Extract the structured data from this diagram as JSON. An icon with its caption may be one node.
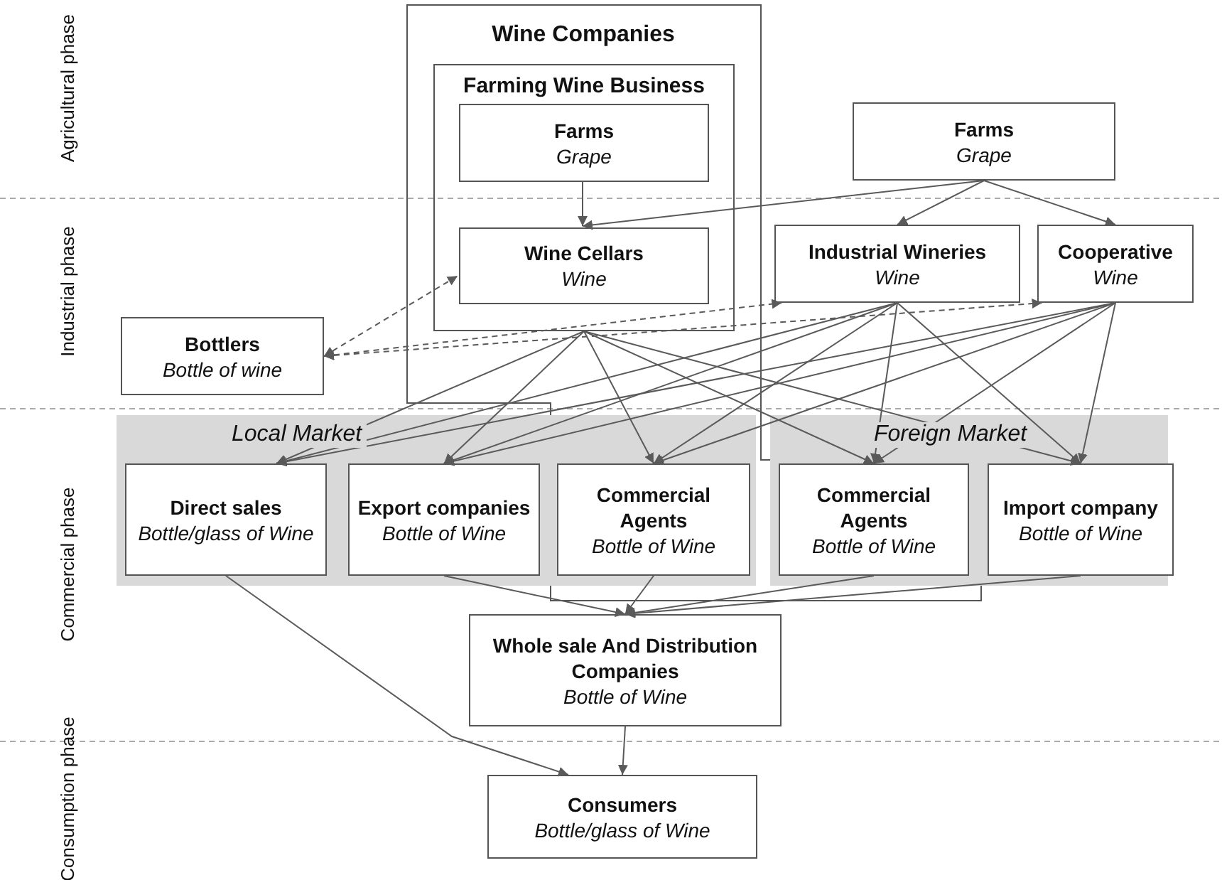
{
  "diagram": {
    "nodes": [
      {
        "text": [
          "Wine Companies"
        ]
      },
      {
        "text": [
          "Farming Wine Business"
        ],
        "in": 0
      },
      {
        "text": [
          "Farms",
          "Grape"
        ],
        "in": 1
      },
      {
        "text": [
          "Farms",
          "Grape"
        ]
      },
      {
        "text": [
          "Wine Cellars",
          "Wine"
        ],
        "in": 1
      },
      {
        "text": [
          "Industrial Wineries",
          "Wine"
        ]
      },
      {
        "text": [
          "Cooperative",
          "Wine"
        ]
      },
      {
        "text": [
          "Bottlers",
          "Bottle of wine"
        ]
      },
      {
        "text": [
          "Local Market"
        ]
      },
      {
        "text": [
          "Direct sales",
          "Bottle/glass of Wine"
        ],
        "in": 8
      },
      {
        "text": [
          "Export companies",
          "Bottle of Wine"
        ],
        "in": 8
      },
      {
        "text": [
          "Commercial Agents",
          "Bottle of Wine"
        ]
      },
      {
        "text": [
          "Foreign Market"
        ]
      },
      {
        "text": [
          "Commercial Agents",
          "Bottle of Wine"
        ]
      },
      {
        "text": [
          "Import company",
          "Bottle of Wine"
        ],
        "in": 12
      },
      {
        "text": [
          "Whole sale And Distribution Companies",
          "Bottle of Wine"
        ]
      },
      {
        "text": [
          "Consumers",
          "Bottle/glass of Wine"
        ]
      }
    ],
    "edges": [
      {
        "from": 2,
        "to": 4,
        "arrow": "to"
      },
      {
        "from": 3,
        "to": 4,
        "arrow": "to"
      },
      {
        "from": 3,
        "to": 5,
        "arrow": "to"
      },
      {
        "from": 3,
        "to": 6,
        "arrow": "to"
      },
      {
        "from": 7,
        "to": 4,
        "arrow": "both",
        "style": "dashed"
      },
      {
        "from": 7,
        "to": 5,
        "arrow": "both",
        "style": "dashed"
      },
      {
        "from": 7,
        "to": 6,
        "arrow": "both",
        "style": "dashed"
      },
      {
        "from": 1,
        "to": 9,
        "arrow": "to"
      },
      {
        "from": 1,
        "to": 10,
        "arrow": "to"
      },
      {
        "from": 1,
        "to": 11,
        "arrow": "to"
      },
      {
        "from": 1,
        "to": 13,
        "arrow": "to"
      },
      {
        "from": 1,
        "to": 14,
        "arrow": "to"
      },
      {
        "from": 5,
        "to": 9,
        "arrow": "to"
      },
      {
        "from": 5,
        "to": 10,
        "arrow": "to"
      },
      {
        "from": 5,
        "to": 11,
        "arrow": "to"
      },
      {
        "from": 5,
        "to": 13,
        "arrow": "to"
      },
      {
        "from": 5,
        "to": 14,
        "arrow": "to"
      },
      {
        "from": 6,
        "to": 9,
        "arrow": "to"
      },
      {
        "from": 6,
        "to": 10,
        "arrow": "to"
      },
      {
        "from": 6,
        "to": 11,
        "arrow": "to"
      },
      {
        "from": 6,
        "to": 13,
        "arrow": "to"
      },
      {
        "from": 6,
        "to": 14,
        "arrow": "to"
      },
      {
        "from": 9,
        "to": 16,
        "arrow": "to"
      },
      {
        "from": 10,
        "to": 15,
        "arrow": "to"
      },
      {
        "from": 11,
        "to": 15,
        "arrow": "to"
      },
      {
        "from": 13,
        "to": 15,
        "arrow": "to"
      },
      {
        "from": 14,
        "to": 15,
        "arrow": "to"
      },
      {
        "from": 15,
        "to": 16,
        "arrow": "to"
      }
    ],
    "labels": [
      "Agricultural phase",
      "Industrial phase",
      "Commercial phase",
      "Consumption phase"
    ]
  }
}
